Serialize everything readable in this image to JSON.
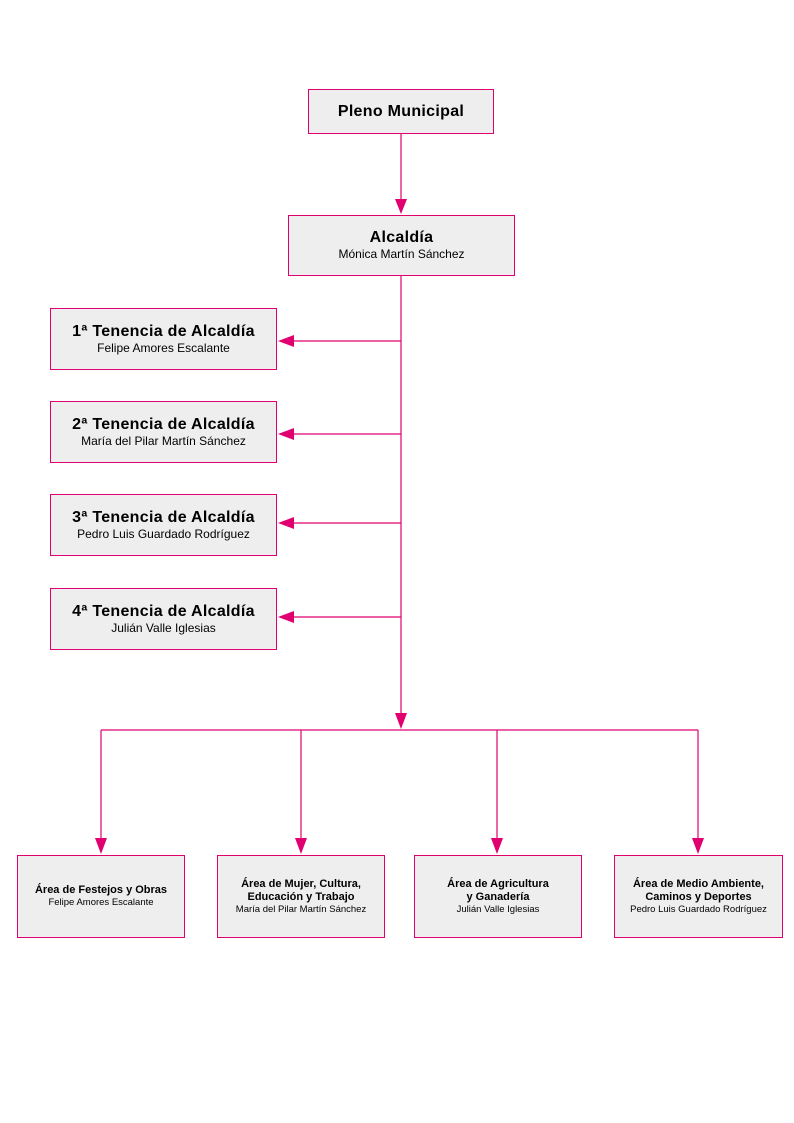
{
  "line_color": "#e0006f",
  "box_fill": "#efeeee",
  "pleno": {
    "title": "Pleno Municipal"
  },
  "alcaldia": {
    "title": "Alcaldía",
    "name": "Mónica Martín Sánchez"
  },
  "tenencias": [
    {
      "title": "1ª Tenencia de Alcaldía",
      "name": "Felipe Amores Escalante"
    },
    {
      "title": "2ª Tenencia de Alcaldía",
      "name": "María del Pilar Martín Sánchez"
    },
    {
      "title": "3ª Tenencia de Alcaldía",
      "name": "Pedro Luis Guardado Rodríguez"
    },
    {
      "title": "4ª Tenencia de Alcaldía",
      "name": "Julián Valle Iglesias"
    }
  ],
  "areas": [
    {
      "title_lines": [
        "Área de Festejos y Obras"
      ],
      "name": "Felipe Amores Escalante"
    },
    {
      "title_lines": [
        "Área de Mujer, Cultura,",
        "Educación y Trabajo"
      ],
      "name": "María del Pilar Martín Sánchez"
    },
    {
      "title_lines": [
        "Área de Agricultura",
        "y Ganadería"
      ],
      "name": "Julián Valle Iglesias"
    },
    {
      "title_lines": [
        "Área de Medio Ambiente,",
        "Caminos y Deportes"
      ],
      "name": "Pedro Luis Guardado Rodríguez"
    }
  ]
}
